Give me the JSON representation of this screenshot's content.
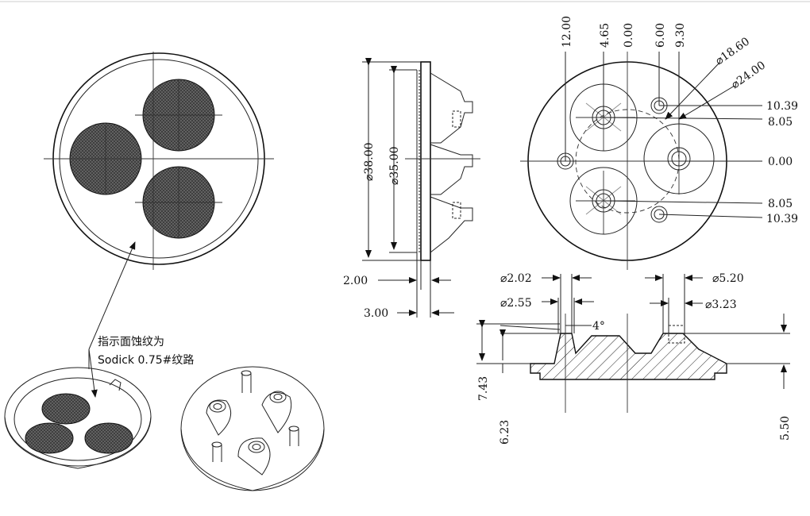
{
  "note": {
    "line1": "指示面蚀纹为",
    "line2": "Sodick 0.75#纹路"
  },
  "side_view": {
    "dia_outer": "⌀38.00",
    "dia_inner": "⌀35.00",
    "thick_a": "2.00",
    "thick_b": "3.00"
  },
  "top_view": {
    "x_coords": [
      "12.00",
      "4.65",
      "0.00",
      "6.00",
      "9.30"
    ],
    "y_coords": [
      "10.39",
      "8.05",
      "0.00",
      "8.05",
      "10.39"
    ],
    "dia_a": "⌀18.60",
    "dia_b": "⌀24.00"
  },
  "section_view": {
    "dia_202": "⌀2.02",
    "dia_255": "⌀2.55",
    "dia_520": "⌀5.20",
    "dia_323": "⌀3.23",
    "angle": "4°",
    "h_743": "7.43",
    "h_623": "6.23",
    "h_550": "5.50"
  },
  "colors": {
    "line": "#222222",
    "fill_dark": "#444444",
    "background": "#ffffff"
  }
}
